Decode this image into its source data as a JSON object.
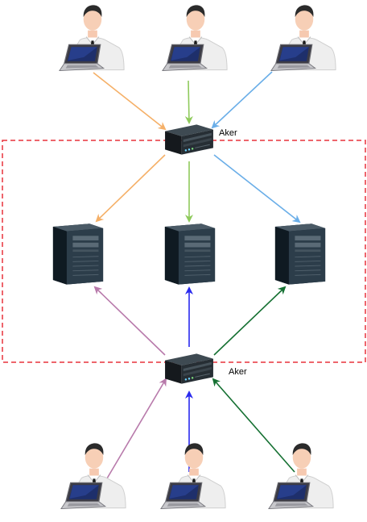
{
  "diagram": {
    "proxy_top": {
      "label": "Aker",
      "icon": "rack-server-icon"
    },
    "proxy_bottom": {
      "label": "Aker",
      "icon": "rack-server-icon"
    },
    "trust_boundary": {
      "style": "dashed",
      "color": "#e8323c"
    },
    "servers": [
      {
        "icon": "tower-server-icon"
      },
      {
        "icon": "tower-server-icon"
      },
      {
        "icon": "tower-server-icon"
      }
    ],
    "users_top": [
      {
        "icon": "user-laptop-icon"
      },
      {
        "icon": "user-laptop-icon"
      },
      {
        "icon": "user-laptop-icon"
      }
    ],
    "users_bottom": [
      {
        "icon": "user-laptop-icon"
      },
      {
        "icon": "user-laptop-icon"
      },
      {
        "icon": "user-laptop-icon"
      }
    ],
    "colors": {
      "orange": "#f5b068",
      "light_green": "#8fca5c",
      "light_blue": "#6aaee8",
      "purple": "#b87aab",
      "blue": "#2a2aee",
      "dark_green": "#157032"
    }
  }
}
